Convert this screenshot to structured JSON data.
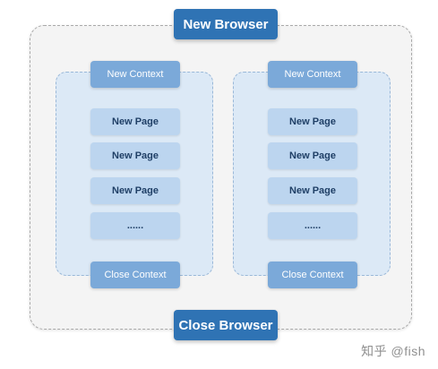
{
  "browser": {
    "new_label": "New Browser",
    "close_label": "Close Browser"
  },
  "contexts": [
    {
      "new_label": "New Context",
      "pages": [
        "New Page",
        "New Page",
        "New Page",
        "......"
      ],
      "close_label": "Close Context"
    },
    {
      "new_label": "New Context",
      "pages": [
        "New Page",
        "New Page",
        "New Page",
        "......"
      ],
      "close_label": "Close Context"
    }
  ],
  "watermark": "知乎 @fish",
  "colors": {
    "browser_button": "#2f73b4",
    "context_button": "#7ba9d9",
    "page_button": "#bcd5ef",
    "context_frame": "#dce9f6",
    "browser_frame": "#f4f4f4"
  }
}
